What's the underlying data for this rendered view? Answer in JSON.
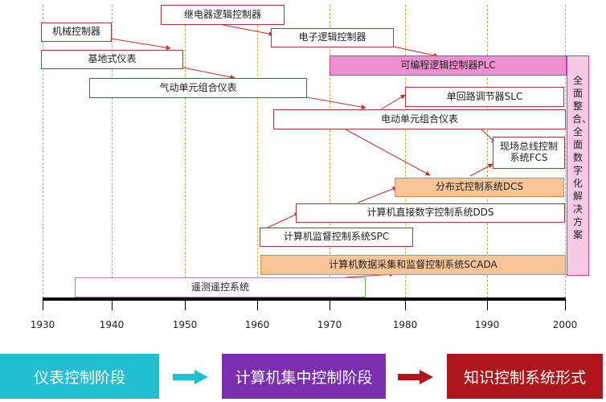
{
  "timeline": {
    "years": [
      "1930",
      "1940",
      "1950",
      "1960",
      "1970",
      "1980",
      "1990",
      "2000"
    ]
  },
  "items": {
    "relay_logic": "继电器逻辑控制器",
    "mechanical": "机械控制器",
    "electronic_logic": "电子逻辑控制器",
    "base_instrument": "基地式仪表",
    "plc": "可编程逻辑控制器PLC",
    "pneumatic_unit": "气动单元组合仪表",
    "slc": "单回路调节器SLC",
    "electric_unit": "电动单元组合仪表",
    "fcs": "现场总线控制系统FCS",
    "dcs": "分布式控制系统DCS",
    "dds": "计算机直接数字控制系统DDS",
    "spc": "计算机监督控制系统SPC",
    "scada": "计算机数据采集和监督控制系统SCADA",
    "telemetry": "遥测遥控系统",
    "integrated": "全面整合、全面数字化解决方案"
  },
  "phases": {
    "phase1": "仪表控制阶段",
    "phase2": "计算机集中控制阶段",
    "phase3": "知识控制系统形式"
  },
  "colors": {
    "timeline_axis": "#000000",
    "gridline": "#d6a640",
    "arrow_line": "#c03030",
    "phase1": "#23bfd0",
    "phase2": "#7a2fb0",
    "phase3": "#b0151b"
  }
}
